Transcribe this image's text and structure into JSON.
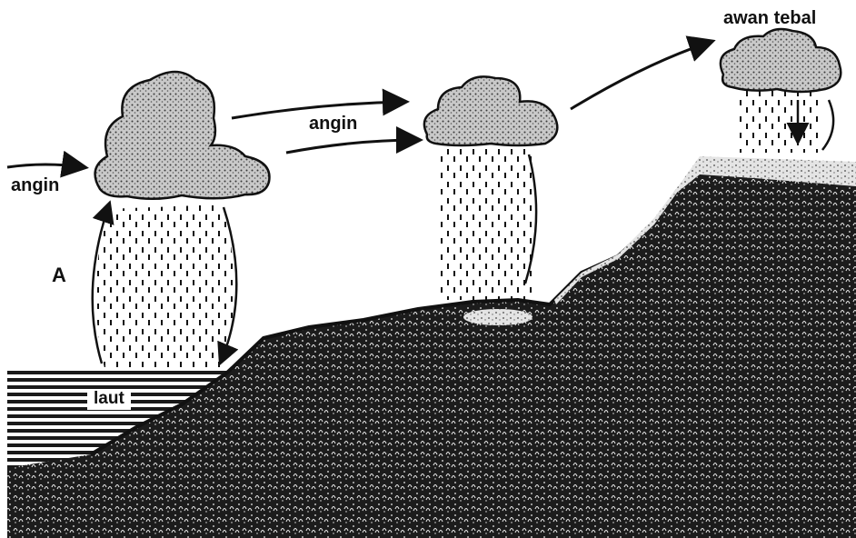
{
  "labels": {
    "angin_left": "angin",
    "angin_mid": "angin",
    "awan_tebal": "awan tebal",
    "point_a": "A",
    "laut": "laut"
  },
  "colors": {
    "ink": "#111111",
    "paper": "#ffffff",
    "land": "#1c1c1c",
    "cloud": "#9a9a9a"
  }
}
